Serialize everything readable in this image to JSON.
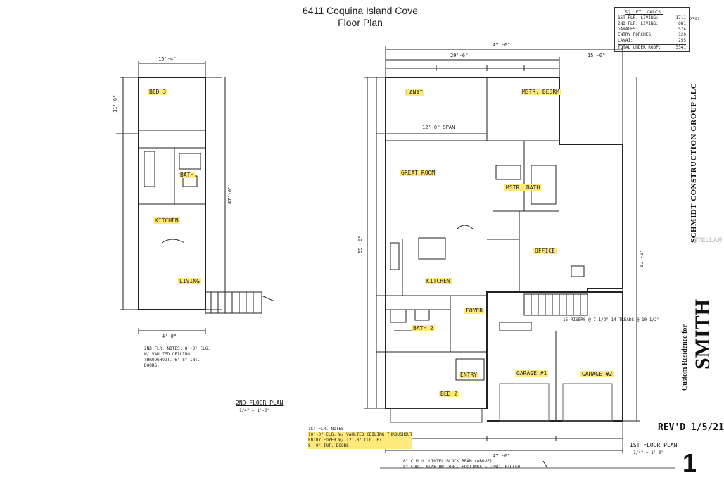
{
  "header": {
    "address": "6411 Coquina Island Cove",
    "subtitle": "Floor Plan"
  },
  "sqft_table": {
    "title": "SQ. FT. CALCS.",
    "rows": [
      {
        "label": "1ST FLR. LIVING:",
        "value": "1711"
      },
      {
        "label": "2ND FLR. LIVING:",
        "value": "681"
      },
      {
        "label": "GARAGES:",
        "value": "574"
      },
      {
        "label": "ENTRY PORCHES:",
        "value": "120"
      },
      {
        "label": "LANAI:",
        "value": "255"
      }
    ],
    "total_label": "TOTAL UNDER ROOF:",
    "total_value": "3341",
    "side_value": "2392"
  },
  "title_block": {
    "company": "SCHMIDT CONSTRUCTION GROUP LLC",
    "residence_label": "Custom Residence for",
    "client": "SMITH",
    "revision": "REV'D 1/5/21",
    "sheet": "1"
  },
  "second_floor": {
    "plan_label": "2ND FLOOR PLAN",
    "scale": "1/4\" = 1'-0\"",
    "rooms": {
      "bed": "BED 3",
      "bath": "BATH",
      "kitchen": "KITCHEN",
      "living": "LIVING"
    },
    "notes": "2ND FLR. NOTES: 8'-0\" CLG. W/ VAULTED CEILING THROUGHOUT. 6'-8\" INT. DOORS.",
    "dims": {
      "top": "15'-4\"",
      "bottom": "4'-0\"",
      "left": "11'-0\"",
      "right": "47'-0\""
    }
  },
  "first_floor": {
    "plan_label": "1ST FLOOR PLAN",
    "scale": "1/4\" = 1'-0\"",
    "rooms": {
      "lanai": "LANAI",
      "master_bed": "MSTR. BEDRM",
      "great_room": "GREAT ROOM",
      "master_bath": "MSTR. BATH",
      "office": "OFFICE",
      "kitchen": "KITCHEN",
      "foyer": "FOYER",
      "bath2": "BATH 2",
      "entry": "ENTRY",
      "bed2": "BED 2",
      "garage1": "GARAGE #1",
      "garage2": "GARAGE #2"
    },
    "notes_title": "1ST FLR. NOTES:",
    "notes_lines": [
      "10'-0\" CLG. W/ VAULTED CEILING THROUGHOUT",
      "ENTRY FOYER W/ 12'-0\" CLG. HT.",
      "8'-0\" INT. DOORS."
    ],
    "dims": {
      "top_total": "47'-0\"",
      "top_left": "29'-6\"",
      "top_right": "15'-0\"",
      "bottom_total": "47'-0\"",
      "left_total": "59'-6\"",
      "right_total": "61'-0\"",
      "lanai_span": "12'-0\" SPAN"
    },
    "stair_note": "15 RISERS @ 7 1/2\" 14 TREADS @ 10 1/2\"",
    "footer_notes": [
      "8\" C.M.U. LINTEL BLOCK BEAM (ABOVE)",
      "8\" CONC. SLAB ON CONC. FOOTINGS & CONC. FILLED"
    ]
  },
  "watermark": "STELLAR"
}
